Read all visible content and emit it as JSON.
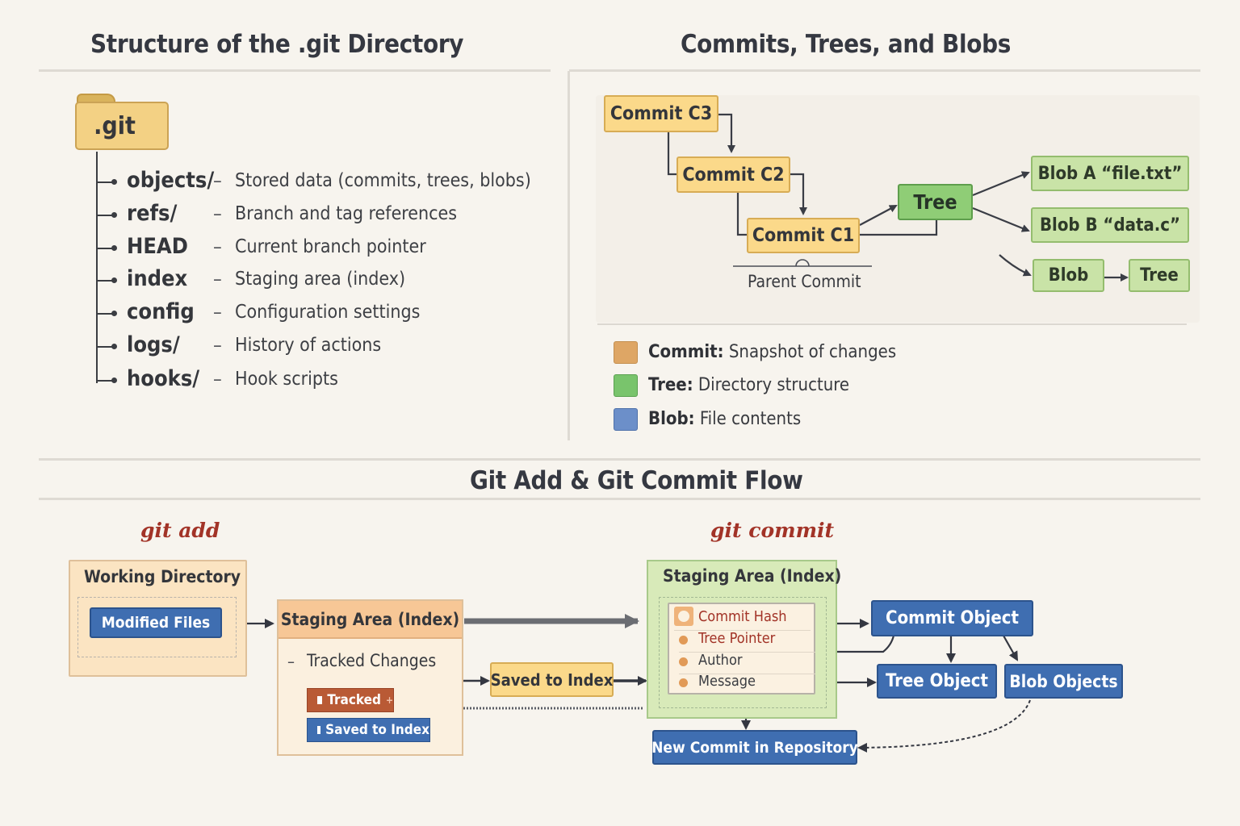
{
  "colors": {
    "commit": "#fbd98a",
    "tree": "#8fcd76",
    "blob": "#c9e3a7",
    "legend_commit": "#dea665",
    "legend_tree": "#79c46c",
    "legend_blob": "#6c8fc9",
    "accent_blue": "#3f6eb1",
    "accent_red": "#a23327"
  },
  "git_dir": {
    "title": "Structure of the .git Directory",
    "folder_label": ".git",
    "entries": [
      {
        "name": "objects/",
        "desc": "Stored data (commits, trees, blobs)"
      },
      {
        "name": "refs/",
        "desc": "Branch and tag references"
      },
      {
        "name": "HEAD",
        "desc": "Current branch pointer"
      },
      {
        "name": "index",
        "desc": "Staging area (index)"
      },
      {
        "name": "config",
        "desc": "Configuration settings"
      },
      {
        "name": "logs/",
        "desc": "History of actions"
      },
      {
        "name": "hooks/",
        "desc": "Hook scripts"
      }
    ],
    "dash": "–"
  },
  "objects": {
    "title": "Commits, Trees, and Blobs",
    "commit_c3": "Commit C3",
    "commit_c2": "Commit C2",
    "commit_c1": "Commit C1",
    "tree": "Tree",
    "blob_a": "Blob A “file.txt”",
    "blob_b": "Blob B “data.c”",
    "blob": "Blob",
    "tree_small": "Tree",
    "parent_commit": "Parent Commit",
    "legend": [
      {
        "key": "Commit:",
        "text": " Snapshot of changes",
        "icon": "commit-swatch"
      },
      {
        "key": "Tree:",
        "text": " Directory structure",
        "icon": "tree-swatch"
      },
      {
        "key": "Blob:",
        "text": " File contents",
        "icon": "blob-swatch"
      }
    ]
  },
  "flow": {
    "title": "Git Add & Git Commit Flow",
    "git_add": "git add",
    "git_commit": "git commit",
    "working_directory": "Working Directory",
    "modified_files": "Modified Files",
    "staging_left": "Staging Area (Index)",
    "tracked_changes": "Tracked Changes",
    "tracked_dash": "–",
    "tracked_tag": "Tracked",
    "tracked_plus": "+",
    "saved_tag": "Saved to Index",
    "saved_to_index": "Saved to Index",
    "staging_right": "Staging Area (Index)",
    "commit_details": [
      "Commit Hash",
      "Tree Pointer",
      "Author",
      "Message"
    ],
    "commit_object": "Commit Object",
    "tree_object": "Tree Object",
    "blob_objects": "Blob Objects",
    "new_commit": "New Commit in Repository"
  }
}
